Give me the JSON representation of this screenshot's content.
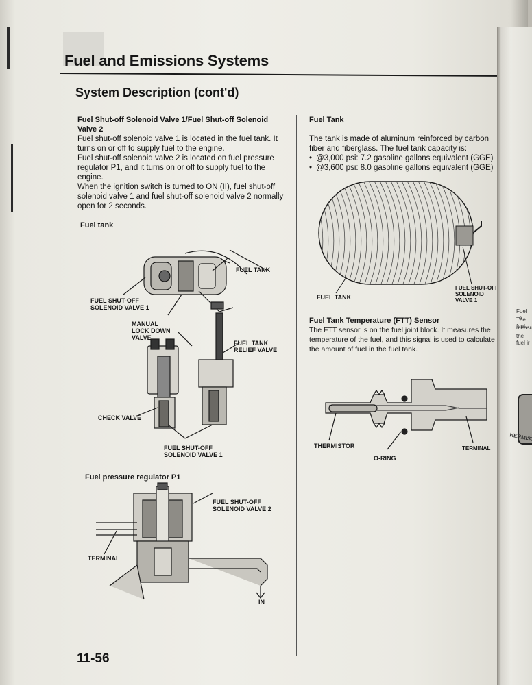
{
  "header": {
    "section_title": "Fuel and Emissions Systems",
    "subsection_title": "System Description (cont'd)"
  },
  "left": {
    "heading": "Fuel Shut-off Solenoid Valve 1/Fuel Shut-off Solenoid Valve 2",
    "para1": "Fuel shut-off solenoid valve 1 is located in the fuel tank. It turns on or off to supply fuel to the engine.",
    "para2": "Fuel shut-off solenoid valve 2 is located on fuel pressure regulator P1, and it turns on or off to supply fuel to the engine.",
    "para3": "When the ignition switch is turned to ON (II), fuel shut-off solenoid valve 1 and fuel shut-off solenoid valve 2 normally open for 2 seconds.",
    "fig1_caption": "Fuel tank",
    "fig1_labels": {
      "fuel_tank": "FUEL TANK",
      "valve1": "FUEL SHUT-OFF\nSOLENOID VALVE 1",
      "manual": "MANUAL\nLOCK DOWN\nVALVE",
      "relief": "FUEL TANK\nRELIEF VALVE",
      "check": "CHECK VALVE",
      "valve1b": "FUEL SHUT-OFF\nSOLENOID VALVE 1"
    },
    "fig2_caption": "Fuel pressure regulator P1",
    "fig2_labels": {
      "valve2": "FUEL SHUT-OFF\nSOLENOID VALVE 2",
      "terminal": "TERMINAL",
      "in": "IN"
    }
  },
  "right": {
    "heading1": "Fuel Tank",
    "para1": "The tank is made of aluminum reinforced by carbon fiber and fiberglass. The fuel tank capacity is:",
    "bullets": [
      "@3,000 psi: 7.2 gasoline gallons equivalent (GGE)",
      "@3,600 psi: 8.0 gasoline gallons equivalent (GGE)"
    ],
    "fig3_labels": {
      "fuel_tank": "FUEL TANK",
      "valve1": "FUEL SHUT-OFF\nSOLENOID\nVALVE 1"
    },
    "heading2": "Fuel Tank Temperature (FTT) Sensor",
    "para2": "The FTT sensor is on the fuel joint block. It measures the temperature of the fuel, and this signal is used to calculate the amount of fuel in the fuel tank.",
    "fig4_labels": {
      "thermistor": "THERMISTOR",
      "terminal": "TERMINAL",
      "oring": "O-RING"
    }
  },
  "edge": {
    "lines": [
      "Fuel Te",
      "The fuel",
      "measure",
      "the fuel ir"
    ],
    "thermistor": "HERMISTOR"
  },
  "footer": {
    "page_number": "11-56"
  }
}
